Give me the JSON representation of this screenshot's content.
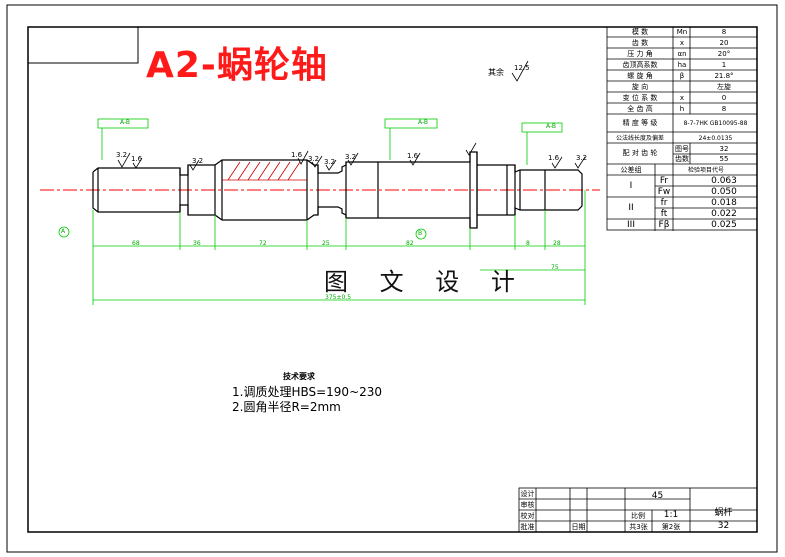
{
  "title": "A2-蜗轮轴",
  "watermark": "图 文 设 计",
  "roughness_other": "其余",
  "roughness_default": "12.5",
  "tech_requirements": {
    "heading": "技术要求",
    "items": [
      "1.调质处理HBS=190~230",
      "2.圆角半径R=2mm"
    ]
  },
  "dimensions": {
    "lengths": [
      "68",
      "36",
      "72",
      "25",
      "82",
      "8",
      "28"
    ],
    "overall": "375±0.5",
    "partial": "75",
    "roughness_marks": [
      "3.2",
      "1.6",
      "3.2",
      "1.6",
      "3.2",
      "3.2",
      "1.6",
      "3.2",
      "1.6",
      "3.2"
    ],
    "tolerance_frames": [
      "A-B",
      "A-B",
      "A-B"
    ],
    "datums": [
      "A",
      "B"
    ]
  },
  "param_table": {
    "rows": [
      {
        "label": "模 数",
        "sym": "Mn",
        "val": "8"
      },
      {
        "label": "齿 数",
        "sym": "x",
        "val": "20"
      },
      {
        "label": "压 力 角",
        "sym": "αn",
        "val": "20°"
      },
      {
        "label": "齿顶高系数",
        "sym": "ha",
        "val": "1"
      },
      {
        "label": "螺 旋 角",
        "sym": "β",
        "val": "21.8°"
      },
      {
        "label": "旋 向",
        "sym": "",
        "val": "左旋"
      },
      {
        "label": "变 位 系 数",
        "sym": "x",
        "val": "0"
      },
      {
        "label": "全 齿 高",
        "sym": "h",
        "val": "8"
      },
      {
        "label": "精 度 等 级",
        "sym": "",
        "val": "8-7-7HK GB10095-88"
      },
      {
        "label": "公法线长度及偏差",
        "sym": "",
        "val": "24±0.0135"
      },
      {
        "label": "配 对 齿 轮",
        "sym": "图号",
        "val": "32"
      },
      {
        "label": "",
        "sym": "齿数",
        "val": "55"
      }
    ],
    "group_header": {
      "a": "公差组",
      "b": "检验项目代号"
    },
    "groups": [
      {
        "group": "I",
        "items": [
          {
            "sym": "Fr",
            "val": "0.063"
          },
          {
            "sym": "Fw",
            "val": "0.050"
          }
        ]
      },
      {
        "group": "II",
        "items": [
          {
            "sym": "fr",
            "val": "0.018"
          },
          {
            "sym": "ft",
            "val": "0.022"
          }
        ]
      },
      {
        "group": "III",
        "items": [
          {
            "sym": "Fβ",
            "val": "0.025"
          }
        ]
      }
    ]
  },
  "title_block": {
    "material": "45",
    "scale_label": "比例",
    "scale": "1:1",
    "part_name": "蜗杆",
    "sheet": "共3张",
    "page": "第2张",
    "drawing_no": "32",
    "left_labels": [
      "设计",
      "审核",
      "校对",
      "批准"
    ],
    "mid_label": "日期"
  },
  "colors": {
    "line": "#000000",
    "dim": "#00cc00",
    "center": "#ff0000",
    "hatch": "#cc0000"
  }
}
